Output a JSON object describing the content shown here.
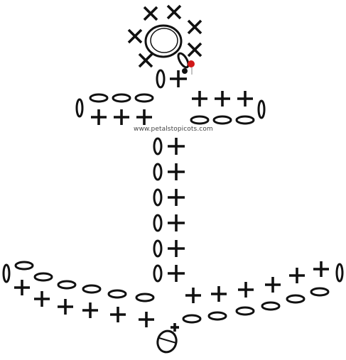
{
  "watermark": "www.petalstopicots.com",
  "colors": {
    "ink": "#111111",
    "marker": "#d01818",
    "background": "#ffffff"
  },
  "symbols": {
    "x": "single-crochet-x-mark",
    "plus": "single-crochet-plus",
    "oval": "chain-stitch-oval",
    "dot": "slip-stitch-dot",
    "marker": "stitch-marker",
    "loop": "magic-ring"
  }
}
